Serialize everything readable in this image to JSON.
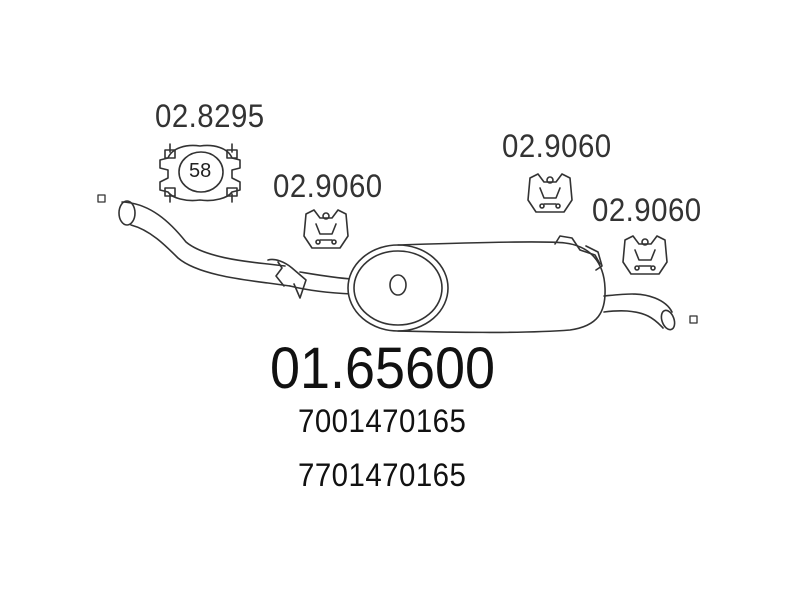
{
  "diagram": {
    "main_part_number": "01.65600",
    "oe_numbers": [
      "7001470165",
      "7701470165"
    ],
    "components": [
      {
        "name": "clamp",
        "part_number": "02.8295",
        "size": "58"
      },
      {
        "name": "rubber-mount-1",
        "part_number": "02.9060"
      },
      {
        "name": "rubber-mount-2",
        "part_number": "02.9060"
      },
      {
        "name": "rubber-mount-3",
        "part_number": "02.9060"
      }
    ]
  }
}
